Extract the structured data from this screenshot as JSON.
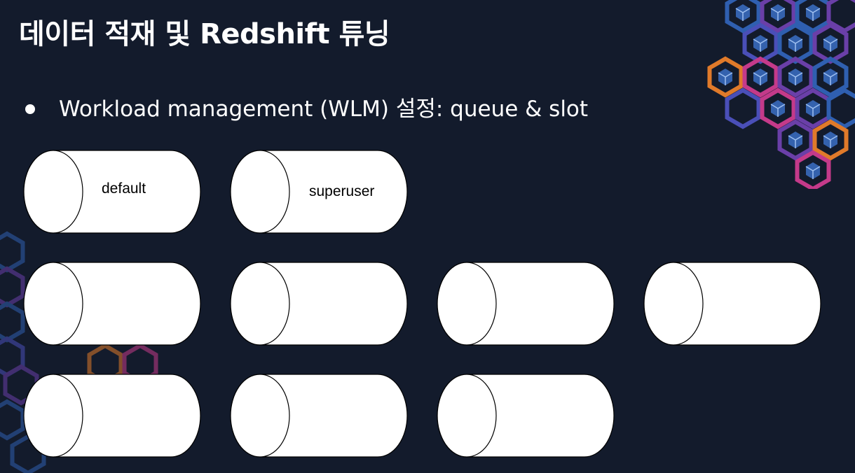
{
  "slide": {
    "title": "데이터 적재 및 Redshift 튜닝",
    "bullets": [
      "Workload management (WLM) 설정: queue & slot"
    ]
  },
  "queues": [
    {
      "label": "default"
    },
    {
      "label": "superuser"
    },
    {
      "label": ""
    },
    {
      "label": ""
    },
    {
      "label": ""
    },
    {
      "label": ""
    },
    {
      "label": ""
    },
    {
      "label": ""
    },
    {
      "label": ""
    }
  ],
  "colors": {
    "background": "#131b2c",
    "text": "#ffffff",
    "cylinder_fill": "#ffffff",
    "cylinder_stroke": "#000000",
    "hex_blue": "#2f5fb0",
    "hex_purple": "#6a3fa8",
    "hex_orange": "#e07a2a",
    "hex_pink": "#c43a8a"
  },
  "decor_icons": [
    "hexagon-cluster-top-right",
    "hexagon-cluster-bottom-left"
  ]
}
